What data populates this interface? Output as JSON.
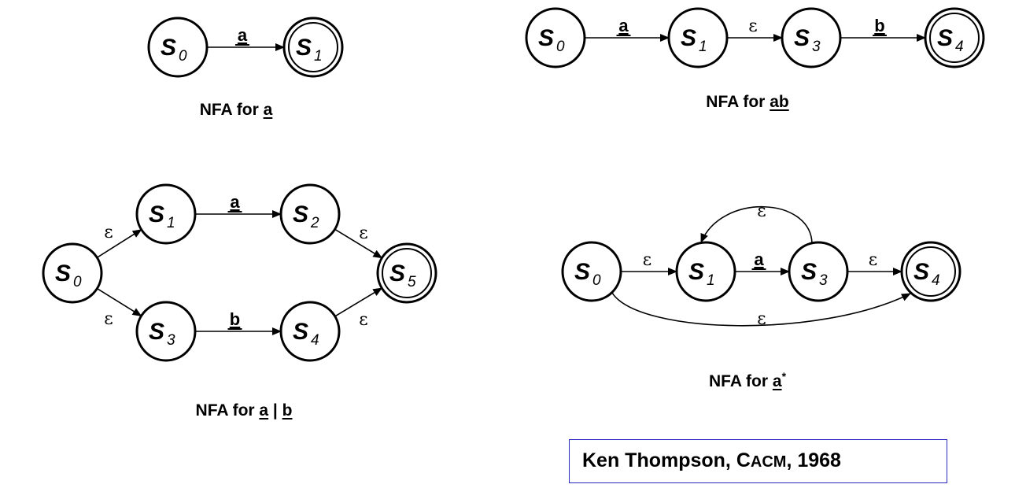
{
  "diagrams": [
    {
      "id": "nfa-a",
      "caption": {
        "prefix": "NFA for ",
        "regex": "a"
      },
      "states": [
        {
          "name": "s",
          "sub": "0",
          "accepting": false
        },
        {
          "name": "s",
          "sub": "1",
          "accepting": true
        }
      ],
      "transitions": [
        {
          "from": "s0",
          "to": "s1",
          "label": "a",
          "epsilon": false
        }
      ]
    },
    {
      "id": "nfa-ab",
      "caption": {
        "prefix": "NFA for ",
        "regex": "ab"
      },
      "states": [
        {
          "name": "s",
          "sub": "0",
          "accepting": false
        },
        {
          "name": "s",
          "sub": "1",
          "accepting": false
        },
        {
          "name": "s",
          "sub": "3",
          "accepting": false
        },
        {
          "name": "s",
          "sub": "4",
          "accepting": true
        }
      ],
      "transitions": [
        {
          "from": "s0",
          "to": "s1",
          "label": "a",
          "epsilon": false
        },
        {
          "from": "s1",
          "to": "s3",
          "label": "ε",
          "epsilon": true
        },
        {
          "from": "s3",
          "to": "s4",
          "label": "b",
          "epsilon": false
        }
      ]
    },
    {
      "id": "nfa-a-or-b",
      "caption": {
        "prefix": "NFA for ",
        "regex_a": "a",
        "sep": " | ",
        "regex_b": "b"
      },
      "states": [
        {
          "name": "s",
          "sub": "0",
          "accepting": false
        },
        {
          "name": "s",
          "sub": "1",
          "accepting": false
        },
        {
          "name": "s",
          "sub": "2",
          "accepting": false
        },
        {
          "name": "s",
          "sub": "3",
          "accepting": false
        },
        {
          "name": "s",
          "sub": "4",
          "accepting": false
        },
        {
          "name": "s",
          "sub": "5",
          "accepting": true
        }
      ],
      "transitions": [
        {
          "from": "s0",
          "to": "s1",
          "label": "ε",
          "epsilon": true
        },
        {
          "from": "s0",
          "to": "s3",
          "label": "ε",
          "epsilon": true
        },
        {
          "from": "s1",
          "to": "s2",
          "label": "a",
          "epsilon": false
        },
        {
          "from": "s3",
          "to": "s4",
          "label": "b",
          "epsilon": false
        },
        {
          "from": "s2",
          "to": "s5",
          "label": "ε",
          "epsilon": true
        },
        {
          "from": "s4",
          "to": "s5",
          "label": "ε",
          "epsilon": true
        }
      ]
    },
    {
      "id": "nfa-a-star",
      "caption": {
        "prefix": "NFA for ",
        "regex": "a",
        "sup": "*"
      },
      "states": [
        {
          "name": "s",
          "sub": "0",
          "accepting": false
        },
        {
          "name": "s",
          "sub": "1",
          "accepting": false
        },
        {
          "name": "s",
          "sub": "3",
          "accepting": false
        },
        {
          "name": "s",
          "sub": "4",
          "accepting": true
        }
      ],
      "transitions": [
        {
          "from": "s0",
          "to": "s1",
          "label": "ε",
          "epsilon": true
        },
        {
          "from": "s1",
          "to": "s3",
          "label": "a",
          "epsilon": false
        },
        {
          "from": "s3",
          "to": "s4",
          "label": "ε",
          "epsilon": true
        },
        {
          "from": "s3",
          "to": "s1",
          "label": "ε",
          "epsilon": true
        },
        {
          "from": "s0",
          "to": "s4",
          "label": "ε",
          "epsilon": true
        }
      ]
    }
  ],
  "citation": {
    "author": "Ken Thompson, ",
    "journal_first": "C",
    "journal_rest": "ACM",
    "suffix": ", 1968"
  }
}
